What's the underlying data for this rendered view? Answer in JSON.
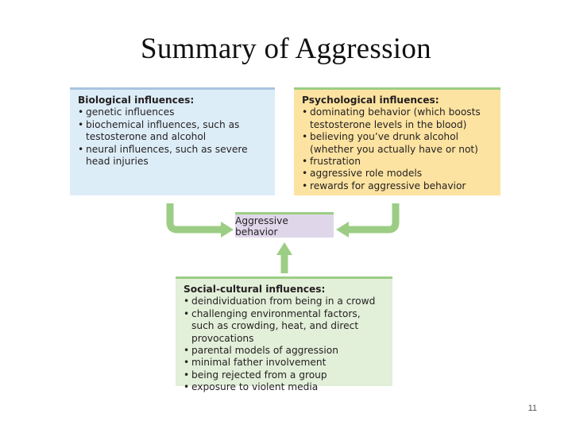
{
  "title": "Summary of Aggression",
  "biological": {
    "heading": "Biological influences:",
    "items": [
      "genetic influences",
      "biochemical influences, such as testosterone and alcohol",
      "neural influences, such as severe head injuries"
    ]
  },
  "psychological": {
    "heading": "Psychological influences:",
    "items": [
      "dominating behavior (which boosts testosterone levels in the blood)",
      "believing you’ve drunk alcohol (whether you actually have or not)",
      "frustration",
      "aggressive role models",
      "rewards for aggressive behavior"
    ]
  },
  "center": {
    "label": "Aggressive behavior"
  },
  "social": {
    "heading": "Social-cultural influences:",
    "items": [
      "deindividuation from being in a crowd",
      "challenging environmental factors, such as crowding, heat, and direct provocations",
      "parental models of aggression",
      "minimal father involvement",
      "being rejected from a group",
      "exposure to violent media"
    ]
  },
  "colors": {
    "arrow": "#9ccd84",
    "biological_bg": "#ddedf8",
    "psychological_bg": "#fde3a1",
    "social_bg": "#e2efd9",
    "center_bg": "#e0d6ea"
  },
  "page_number": "11"
}
